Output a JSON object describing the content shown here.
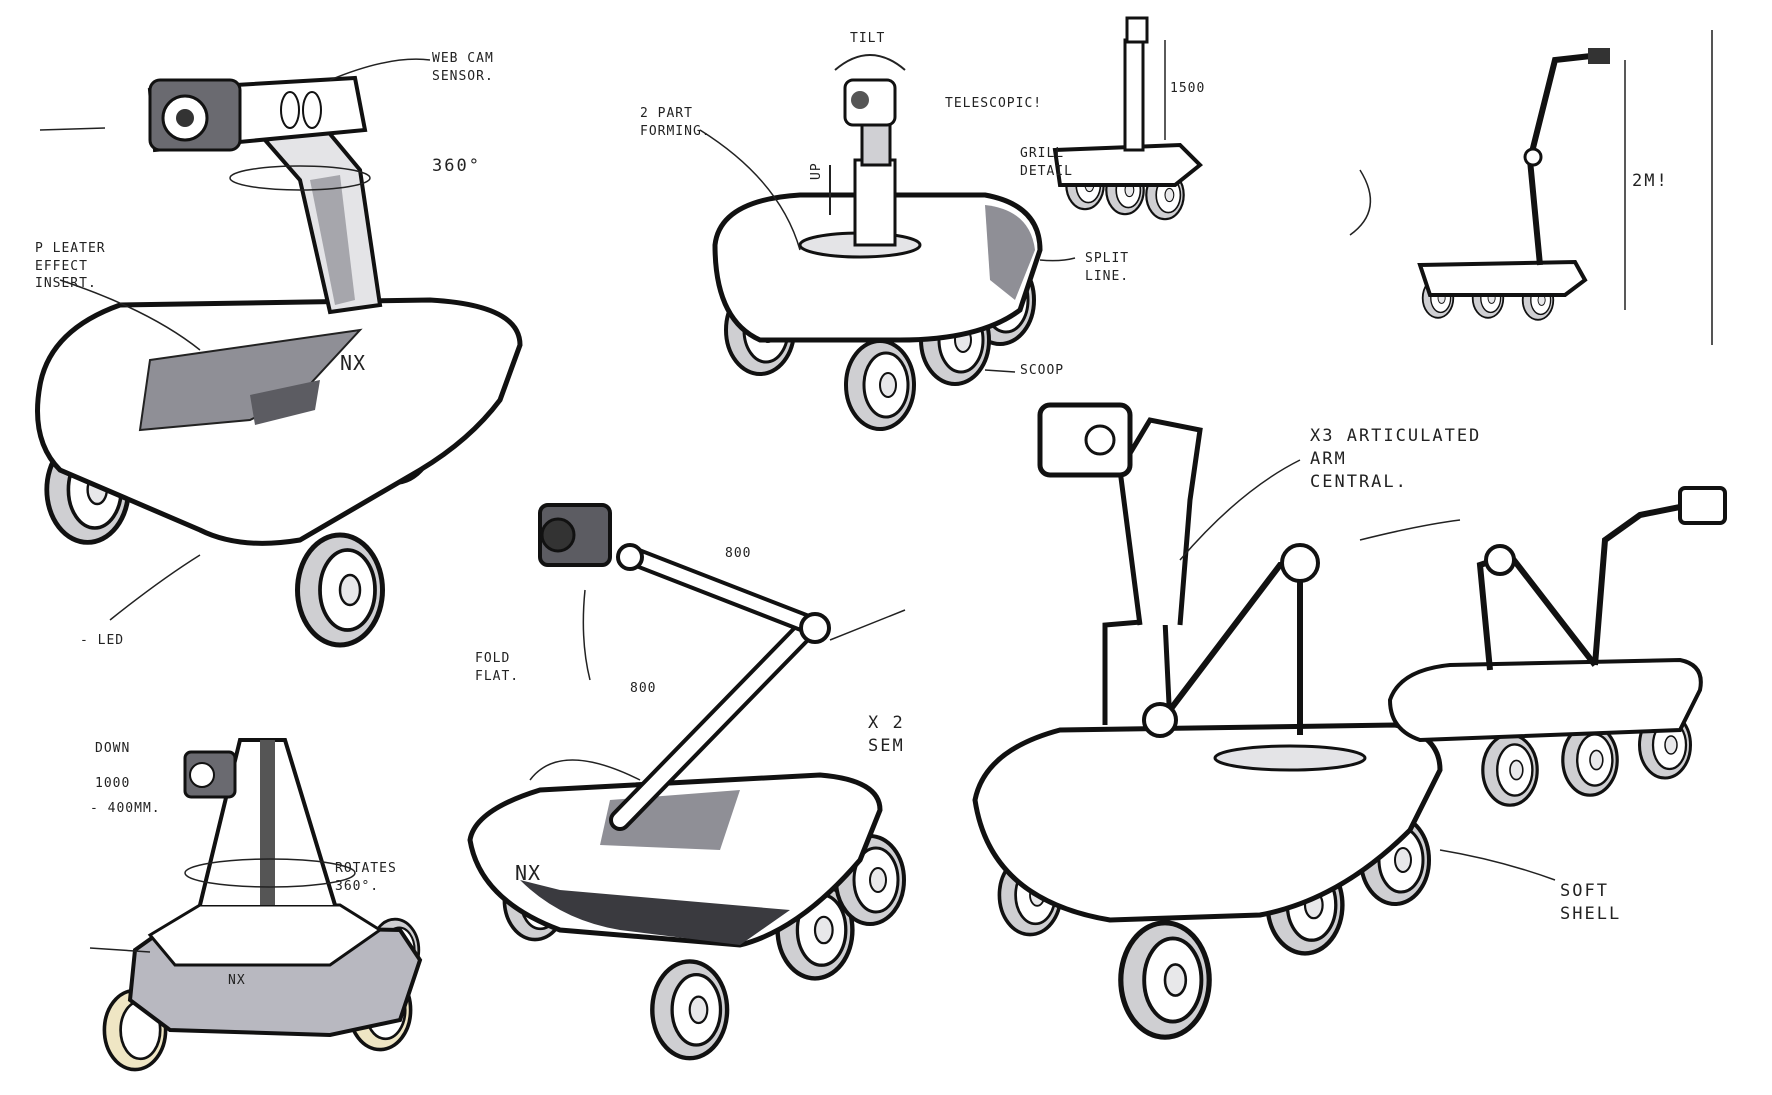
{
  "sheet": {
    "title": "",
    "ink_color": "#111111",
    "marker_gray": "#9a9aa0",
    "marker_cream": "#efe6c4"
  },
  "annotations": {
    "web_cam_sensor": "WEB CAM\nSENSOR.",
    "rotate_360_top": "360°",
    "lcd_effect_insert": "P LEATER\nEFFECT\nINSERT.",
    "nx_logo_a": "NX",
    "led_cut": "- LED",
    "tilt": "TILT",
    "up": "UP",
    "two_part_forming": "2 PART\nFORMING.",
    "telescopic": "TELESCOPIC!",
    "grill_detail": "GRILL\nDETAIL",
    "split_line": "SPLIT\nLINE.",
    "scoop": "SCOOP",
    "height_1500": "1500",
    "height_2m": "2M!",
    "arm_800_top": "800",
    "arm_800_mid": "800",
    "fold_flat": "FOLD\nFLAT.",
    "x2_sem": "x 2\nSEM",
    "nx_logo_b": "NX",
    "x3_articulated": "X3 ARTICULATED\nARM\nCENTRAL.",
    "soft_shell": "SOFT\nSHELL",
    "down": "DOWN",
    "h_1000": "1000",
    "h_400mm": "- 400MM.",
    "rotates_360": "ROTATES\n360°.",
    "nx_logo_c": "NX"
  }
}
